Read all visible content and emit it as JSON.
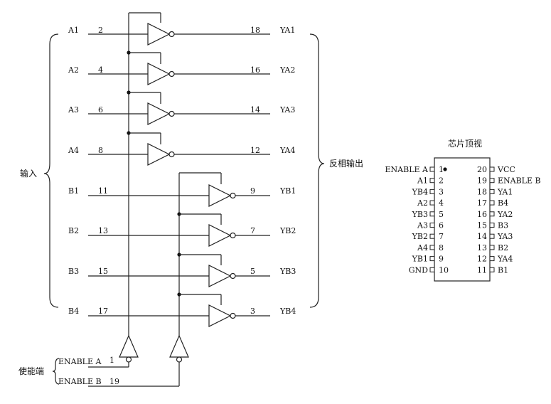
{
  "group_a": [
    {
      "input": "A1",
      "in_pin": "2",
      "out_pin": "18",
      "output": "YA1"
    },
    {
      "input": "A2",
      "in_pin": "4",
      "out_pin": "16",
      "output": "YA2"
    },
    {
      "input": "A3",
      "in_pin": "6",
      "out_pin": "14",
      "output": "YA3"
    },
    {
      "input": "A4",
      "in_pin": "8",
      "out_pin": "12",
      "output": "YA4"
    }
  ],
  "group_b": [
    {
      "input": "B1",
      "in_pin": "11",
      "out_pin": "9",
      "output": "YB1"
    },
    {
      "input": "B2",
      "in_pin": "13",
      "out_pin": "7",
      "output": "YB2"
    },
    {
      "input": "B3",
      "in_pin": "15",
      "out_pin": "5",
      "output": "YB3"
    },
    {
      "input": "B4",
      "in_pin": "17",
      "out_pin": "3",
      "output": "YB4"
    }
  ],
  "labels": {
    "inputs": "输入",
    "outputs": "反相输出",
    "enable": "使能端"
  },
  "enable": {
    "a_label": "ENABLE A",
    "a_pin": "1",
    "b_label": "ENABLE B",
    "b_pin": "19"
  },
  "chip": {
    "title": "芯片顶视",
    "left_pins": [
      {
        "name": "ENABLE A",
        "num": "1"
      },
      {
        "name": "A1",
        "num": "2"
      },
      {
        "name": "YB4",
        "num": "3"
      },
      {
        "name": "A2",
        "num": "4"
      },
      {
        "name": "YB3",
        "num": "5"
      },
      {
        "name": "A3",
        "num": "6"
      },
      {
        "name": "YB2",
        "num": "7"
      },
      {
        "name": "A4",
        "num": "8"
      },
      {
        "name": "YB1",
        "num": "9"
      },
      {
        "name": "GND",
        "num": "10"
      }
    ],
    "right_pins": [
      {
        "name": "VCC",
        "num": "20"
      },
      {
        "name": "ENABLE B",
        "num": "19"
      },
      {
        "name": "YA1",
        "num": "18"
      },
      {
        "name": "B4",
        "num": "17"
      },
      {
        "name": "YA2",
        "num": "16"
      },
      {
        "name": "B3",
        "num": "15"
      },
      {
        "name": "YA3",
        "num": "14"
      },
      {
        "name": "B2",
        "num": "13"
      },
      {
        "name": "YA4",
        "num": "12"
      },
      {
        "name": "B1",
        "num": "11"
      }
    ]
  }
}
